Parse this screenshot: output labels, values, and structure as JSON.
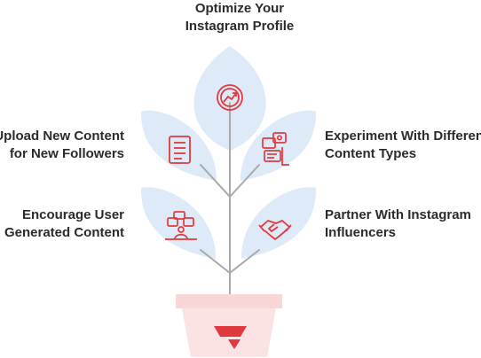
{
  "diagram": {
    "top_label": {
      "line1": "Optimize Your",
      "line2": "Instagram Profile",
      "icon": "growth-badge-icon"
    },
    "upper_left_label": {
      "line1": "Upload New Content",
      "line2": "for New Followers",
      "icon": "document-list-icon"
    },
    "upper_right_label": {
      "line1": "Experiment With Different",
      "line2": "Content Types",
      "icon": "media-content-icon"
    },
    "lower_left_label": {
      "line1": "Encourage User",
      "line2": "Generated Content",
      "icon": "creator-chat-icon"
    },
    "lower_right_label": {
      "line1": "Partner With Instagram",
      "line2": "Influencers",
      "icon": "handshake-icon"
    },
    "pot_logo": "brand-logo-icon",
    "colors": {
      "leaf": "#dfeaf8",
      "icon_accent": "#e03a3e",
      "stem": "#a9a9a9",
      "pot_rim": "#f8d7d7",
      "pot_body": "#fbe3e3",
      "text": "#2b2b2b"
    }
  }
}
